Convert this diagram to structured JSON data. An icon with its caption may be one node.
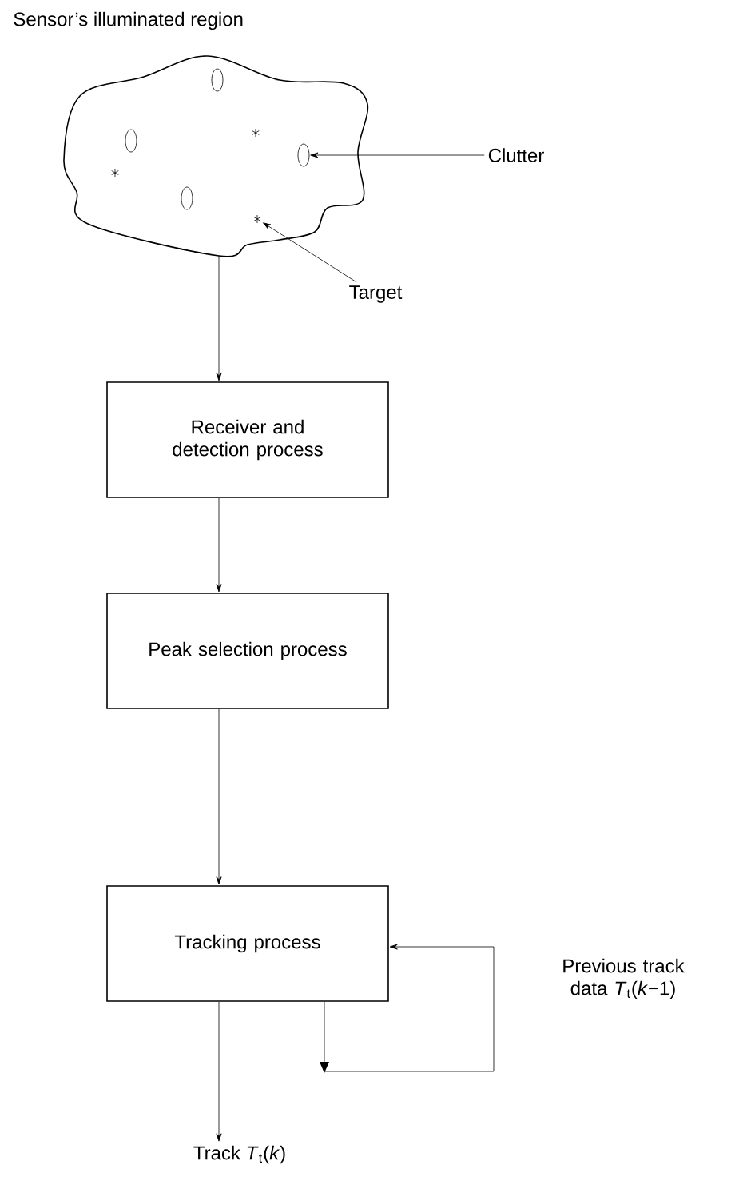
{
  "diagram": {
    "nodes": [
      {
        "text": [
          "Sensor’s illuminated region"
        ]
      },
      {
        "text": [],
        "shape": "ellipse",
        "in": 0
      },
      {
        "text": [],
        "shape": "star",
        "in": 0
      },
      {
        "text": [
          "Clutter"
        ]
      },
      {
        "text": [
          "Target"
        ]
      },
      {
        "text": [
          "Receiver and detection process"
        ]
      },
      {
        "text": [
          "Peak selection process"
        ]
      },
      {
        "text": [
          "Tracking process"
        ]
      },
      {
        "text": [
          "Track *T*$_{t}$(*k*)"
        ]
      }
    ],
    "edges": [
      {
        "from": 3,
        "to": 1,
        "arrow": "to"
      },
      {
        "from": 4,
        "to": 2,
        "arrow": "to"
      },
      {
        "from": 0,
        "to": 5,
        "arrow": "to"
      },
      {
        "from": 5,
        "to": 6,
        "arrow": "to"
      },
      {
        "from": 6,
        "to": 7,
        "arrow": "to"
      },
      {
        "from": 7,
        "to": 8,
        "arrow": "to"
      },
      {
        "from": 7,
        "to": 7,
        "arrow": "to",
        "label": "Previous track data *T*$_{t}$(*k*−1)"
      }
    ]
  }
}
